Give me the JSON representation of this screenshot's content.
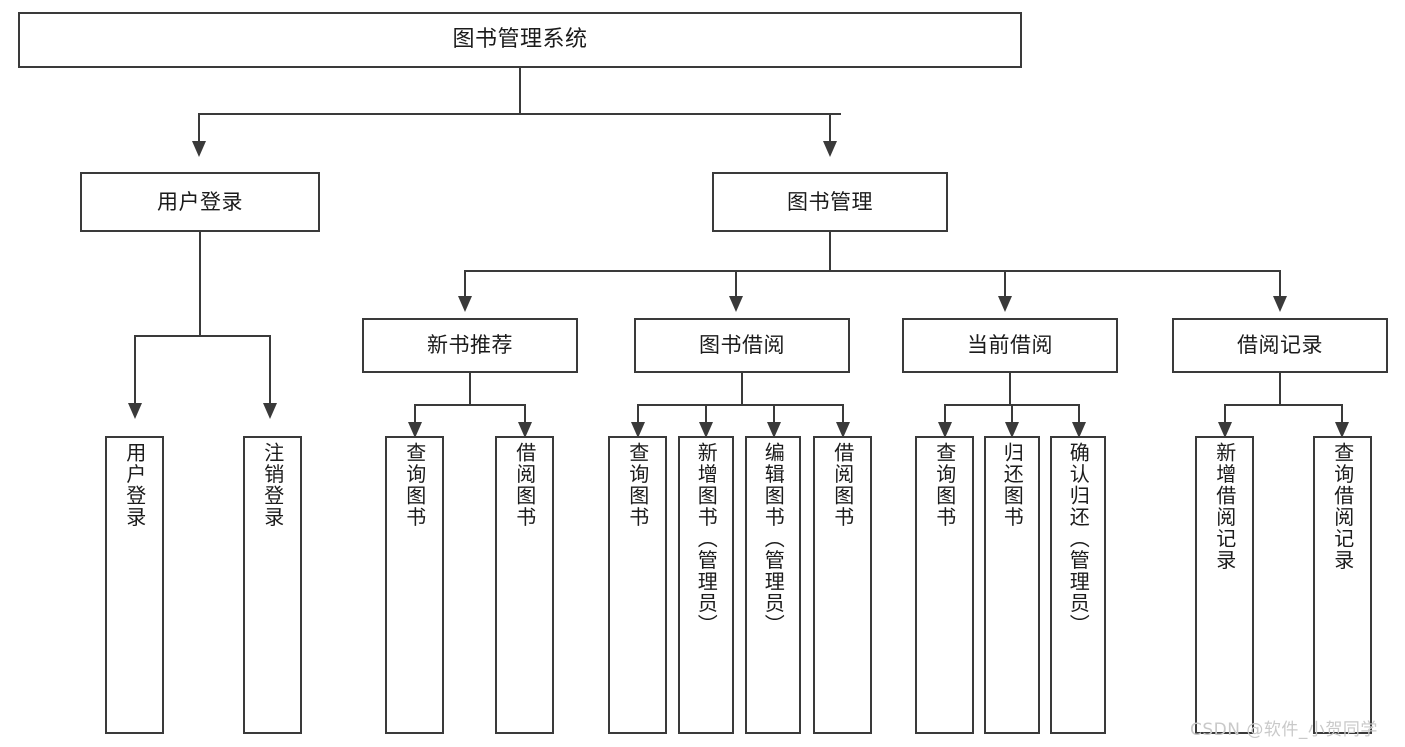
{
  "diagram": {
    "title": "图书管理系统",
    "type": "hierarchy-tree",
    "background_color": "#ffffff",
    "stroke_color": "#3a3a3a",
    "text_color": "#1b1b1b"
  },
  "root": {
    "label": "图书管理系统"
  },
  "level1": [
    {
      "label": "用户登录"
    },
    {
      "label": "图书管理"
    }
  ],
  "level2": [
    {
      "label": "新书推荐"
    },
    {
      "label": "图书借阅"
    },
    {
      "label": "当前借阅"
    },
    {
      "label": "借阅记录"
    }
  ],
  "leaves": {
    "user_login": [
      {
        "label": "用户登录"
      },
      {
        "label": "注销登录"
      }
    ],
    "new_book_recommend": [
      {
        "label": "查询图书"
      },
      {
        "label": "借阅图书"
      }
    ],
    "book_borrow": [
      {
        "label": "查询图书"
      },
      {
        "label": "新增图书（管理员）"
      },
      {
        "label": "编辑图书（管理员）"
      },
      {
        "label": "借阅图书"
      }
    ],
    "current_borrow": [
      {
        "label": "查询图书"
      },
      {
        "label": "归还图书"
      },
      {
        "label": "确认归还（管理员）"
      }
    ],
    "borrow_record": [
      {
        "label": "新增借阅记录"
      },
      {
        "label": "查询借阅记录"
      }
    ]
  },
  "watermark": {
    "text": "CSDN @软件_小贺同学"
  }
}
